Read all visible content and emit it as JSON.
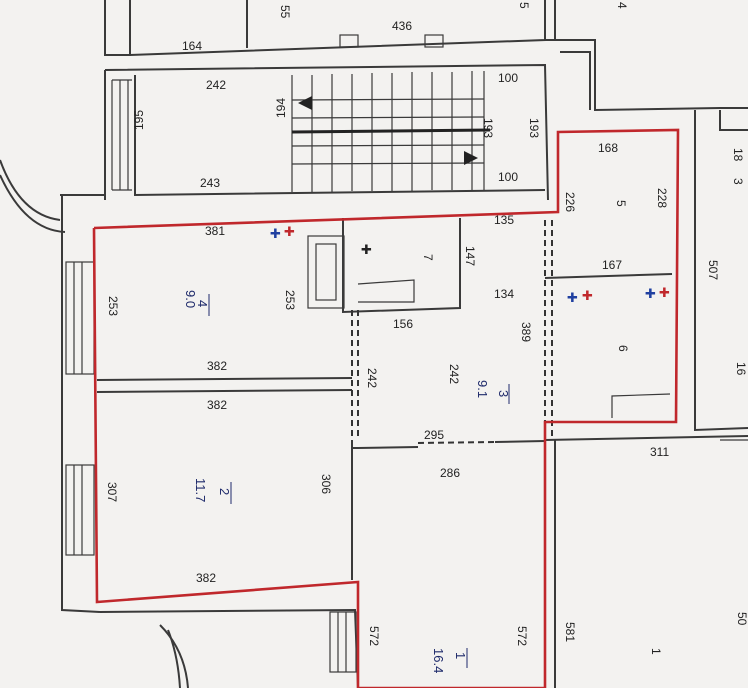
{
  "plan": {
    "dimensions": {
      "d_top_55": "55",
      "d_436": "436",
      "d_164": "164",
      "d_242_stair": "242",
      "d_100_top": "100",
      "d_195": "195",
      "d_194": "194",
      "d_193a": "193",
      "d_193b": "193",
      "d_243": "243",
      "d_100_bottom": "100",
      "d_168": "168",
      "d_226": "226",
      "d_228": "228",
      "d_5_num": "5",
      "d_381": "381",
      "d_135": "135",
      "d_147": "147",
      "d_7_num": "7",
      "d_167": "167",
      "d_507": "507",
      "d_253a": "253",
      "d_253b": "253",
      "d_156": "156",
      "d_134": "134",
      "d_389": "389",
      "d_6_num": "6",
      "d_382a": "382",
      "d_242a": "242",
      "d_242b": "242",
      "d_382b": "382",
      "d_295": "295",
      "d_311": "311",
      "d_286": "286",
      "d_307": "307",
      "d_306": "306",
      "d_382c": "382",
      "d_572a": "572",
      "d_572b": "572",
      "d_581": "581",
      "d_1_num": "1",
      "d_18": "18",
      "d_3_edge": "3",
      "d_16_edge": "16",
      "d_50_edge": "50",
      "d_5_edge": "5",
      "d_4_edge": "4"
    },
    "rooms": {
      "r4_num": "4",
      "r4_area": "9.0",
      "r3_num": "3",
      "r3_area": "9.1",
      "r2_num": "2",
      "r2_area": "11.7",
      "r1_num": "1",
      "r1_area": "16.4"
    },
    "colors": {
      "outline": "#c0282c",
      "walls": "#3a3a3a",
      "marker_blue": "#2040a0",
      "marker_red": "#c0282c",
      "paper": "#f3f2f0"
    }
  }
}
